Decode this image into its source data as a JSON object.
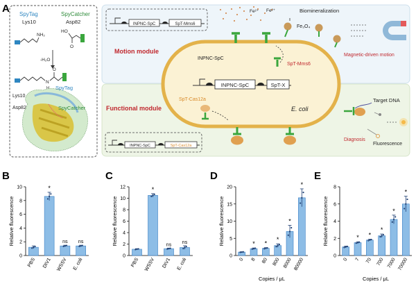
{
  "panel_letters": {
    "a": "A",
    "b": "B",
    "c": "C",
    "d": "D",
    "e": "E"
  },
  "panel_a": {
    "spytag": "SpyTag",
    "spycatcher": "SpyCatcher",
    "lys10": "Lys10",
    "asp82": "Asp82",
    "water": "-H₂O",
    "nh2": "NH₂",
    "ho": "HO",
    "o": "O",
    "nh": "N",
    "h": "H",
    "struct_spytag": "SpyTag",
    "struct_lys10": "Lys10",
    "struct_asp82": "Asp82",
    "struct_spycatcher": "SpyCatcher",
    "gene_motion_1": "INPNC-SpC",
    "gene_motion_2": "SpT-Mms6",
    "fe_ion_1": "Fe²⁺",
    "fe_ion_2": "Fe²⁺",
    "biomineralization": "Biomineralization",
    "fe3o4": "Fe₃O₄",
    "motion_module": "Motion module",
    "magnetic_motion": "Magnetic-driven motion",
    "inpnc_spc_label": "INPNC-SpC",
    "spt_mms6_label": "SpT-Mms6",
    "cell_gene_1": "INPNC-SpC",
    "cell_gene_2": "SpT-X",
    "functional_module": "Functional module",
    "spt_cas12a": "SpT-Cas12a",
    "ecoli": "E. coli",
    "target_dna": "Target DNA",
    "diagnosis": "Diagnosis",
    "fluorescence": "Fluorescence",
    "gene_func_1": "INPNC-SpC",
    "gene_func_2": "SpT-Cas12a"
  },
  "colors": {
    "motion_bg": "#eef5fa",
    "functional_bg": "#eef5e6",
    "cell_fill": "#fbf2d4",
    "cell_stroke": "#e3b24a",
    "module_red": "#c0282e",
    "green": "#3aa63d",
    "protein_orange": "#e0a050",
    "bar_fill": "#8dbde6",
    "bar_stroke": "#3a7fc4"
  },
  "chart_data": [
    {
      "type": "bar",
      "panel": "B",
      "categories": [
        "PBS",
        "DIV1",
        "WSSV",
        "E. coli"
      ],
      "values": [
        1.2,
        8.6,
        1.4,
        1.4
      ],
      "errors": [
        0.2,
        0.6,
        0.1,
        0.1
      ],
      "significance": [
        "",
        "*",
        "ns",
        "ns"
      ],
      "ylabel": "Relative fluorescence",
      "xlabel": "",
      "ylim": [
        0,
        10
      ],
      "yticks": [
        0,
        2,
        4,
        6,
        8,
        10
      ]
    },
    {
      "type": "bar",
      "panel": "C",
      "categories": [
        "PBS",
        "WSSV",
        "DIV1",
        "E. coli"
      ],
      "values": [
        1.1,
        10.5,
        1.2,
        1.4
      ],
      "errors": [
        0.1,
        0.3,
        0.1,
        0.3
      ],
      "significance": [
        "",
        "*",
        "ns",
        "ns"
      ],
      "ylabel": "Relative fluorescence",
      "xlabel": "",
      "ylim": [
        0,
        12
      ],
      "yticks": [
        0,
        2,
        4,
        6,
        8,
        10,
        12
      ]
    },
    {
      "type": "bar",
      "panel": "D",
      "categories": [
        "0",
        "8",
        "80",
        "800",
        "8000",
        "80000"
      ],
      "values": [
        1.0,
        2.0,
        2.1,
        2.9,
        7.0,
        16.8
      ],
      "errors": [
        0.1,
        0.2,
        0.2,
        0.5,
        1.8,
        2.6
      ],
      "significance": [
        "",
        "*",
        "*",
        "*",
        "*",
        "*"
      ],
      "ylabel": "Relative fluorescence",
      "xlabel": "Copies / μL",
      "ylim": [
        0,
        20
      ],
      "yticks": [
        0,
        5,
        10,
        15,
        20
      ]
    },
    {
      "type": "bar",
      "panel": "E",
      "categories": [
        "0",
        "7",
        "70",
        "700",
        "7000",
        "70000"
      ],
      "values": [
        1.0,
        1.5,
        1.8,
        2.3,
        4.2,
        6.0
      ],
      "errors": [
        0.1,
        0.1,
        0.1,
        0.2,
        0.5,
        0.9
      ],
      "significance": [
        "",
        "*",
        "*",
        "*",
        "*",
        "*"
      ],
      "ylabel": "Relative fluorescence",
      "xlabel": "Copies / μL",
      "ylim": [
        0,
        8
      ],
      "yticks": [
        0,
        2,
        4,
        6,
        8
      ]
    }
  ]
}
